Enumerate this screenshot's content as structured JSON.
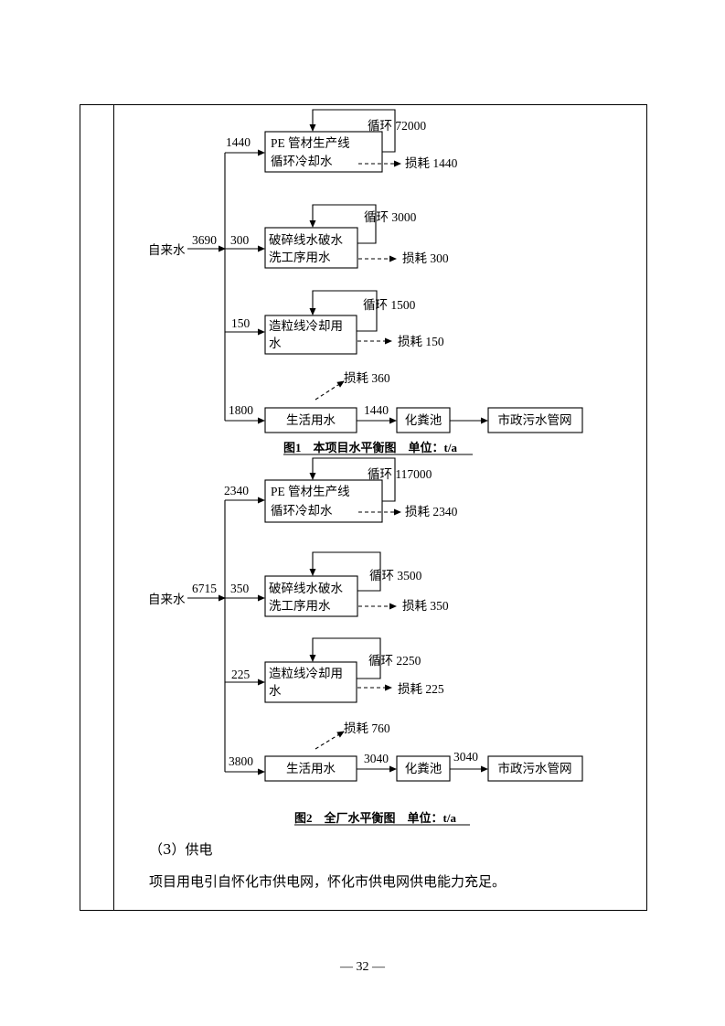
{
  "figure1": {
    "source_label": "自来水",
    "source_total": "3690",
    "caption": "图1　本项目水平衡图　单位：t/a",
    "branches": [
      {
        "inflow": "1440",
        "line1": "PE 管材生产线",
        "line2": "循环冷却水",
        "recycle": "循环 72000",
        "loss": "损耗 1440"
      },
      {
        "inflow": "300",
        "line1": "破碎线水破水",
        "line2": "洗工序用水",
        "recycle": "循环 3000",
        "loss": "损耗 300"
      },
      {
        "inflow": "150",
        "line1": "造粒线冷却用",
        "line2": "水",
        "recycle": "循环 1500",
        "loss": "损耗 150"
      }
    ],
    "domestic": {
      "inflow": "1800",
      "label": "生活用水",
      "loss": "损耗 360",
      "to_septic": "1440",
      "septic": "化粪池",
      "to_sewer": "",
      "sewer": "市政污水管网"
    }
  },
  "figure2": {
    "source_label": "自来水",
    "source_total": "6715",
    "caption": "图2　全厂水平衡图　单位：t/a",
    "branches": [
      {
        "inflow": "2340",
        "line1": "PE 管材生产线",
        "line2": "循环冷却水",
        "recycle": "循环 117000",
        "loss": "损耗 2340"
      },
      {
        "inflow": "350",
        "line1": "破碎线水破水",
        "line2": "洗工序用水",
        "recycle": "循环 3500",
        "loss": "损耗 350"
      },
      {
        "inflow": "225",
        "line1": "造粒线冷却用",
        "line2": "水",
        "recycle": "循环 2250",
        "loss": "损耗 225"
      }
    ],
    "domestic": {
      "inflow": "3800",
      "label": "生活用水",
      "loss": "损耗 760",
      "to_septic": "3040",
      "septic": "化粪池",
      "to_sewer": "3040",
      "sewer": "市政污水管网"
    }
  },
  "section": {
    "heading": "（3）供电",
    "body": "项目用电引自怀化市供电网，怀化市供电网供电能力充足。"
  },
  "page_number": "— 32 —"
}
